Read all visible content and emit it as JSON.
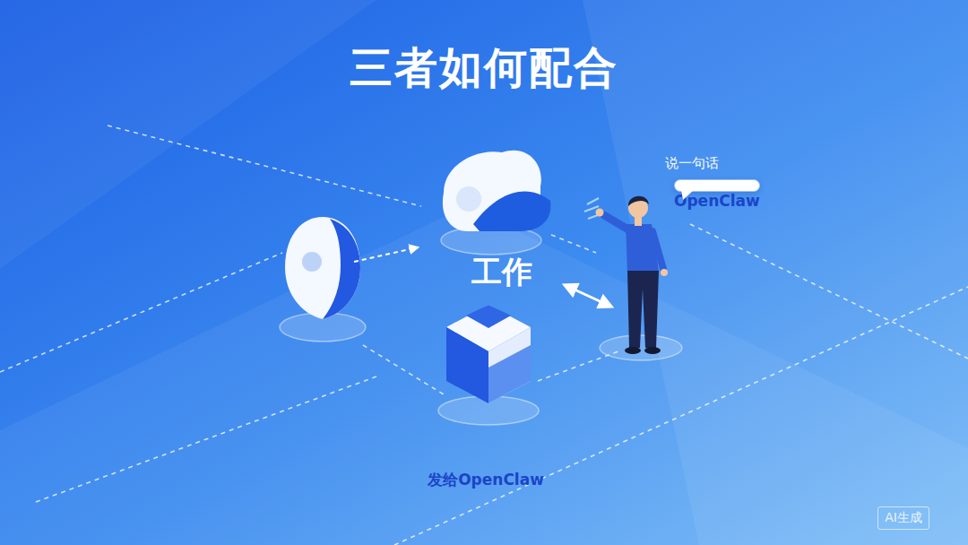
{
  "diagram": {
    "title": "三者如何配合",
    "nodes": [
      {
        "text": [
          "说一句话",
          "OpenClaw"
        ]
      }
    ],
    "labels": [
      "工作",
      "发给OpenClaw",
      "AI生成"
    ]
  }
}
